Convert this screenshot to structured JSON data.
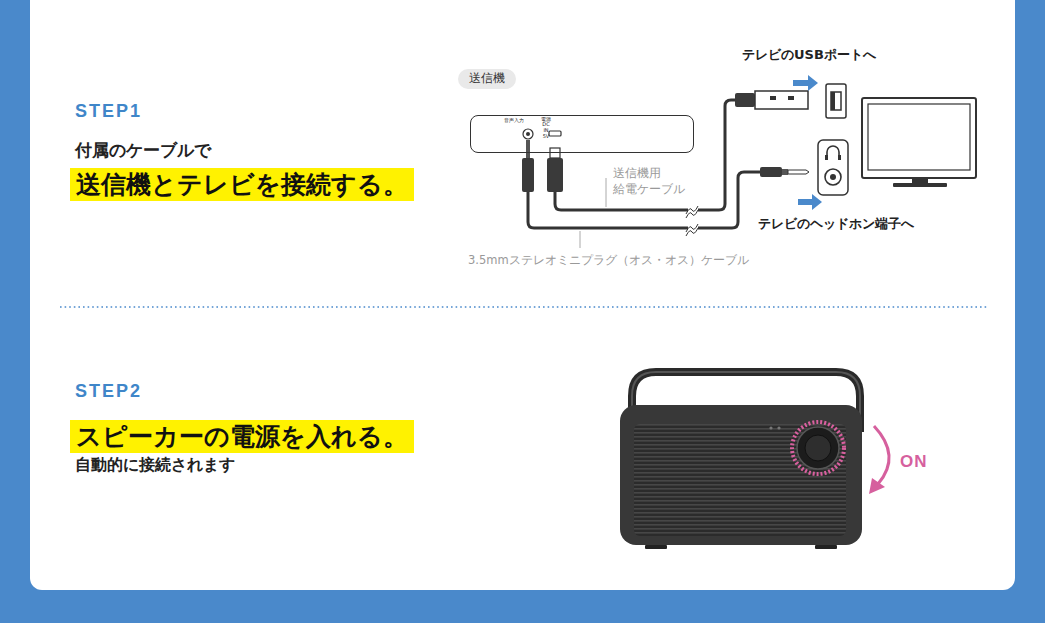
{
  "diagram": {
    "nodes": [
      {
        "text": [
          "送信機とテレビを接続する。"
        ]
      },
      {
        "text": [
          "送信機"
        ]
      },
      {
        "text": [
          "音声入力",
          "電源 DC IN 5V"
        ]
      },
      {
        "text": [
          "スピーカーの電源を入れる。"
        ]
      }
    ],
    "labels": [
      "STEP1",
      "付属のケーブルで",
      "テレビのUSBポートへ",
      "送信機用 給電ケーブル",
      "テレビのヘッドホン端子へ",
      "3.5mmステレオミニプラグ（オス・オス）ケーブル",
      "STEP2",
      "自動的に接続されます",
      "ON"
    ]
  }
}
